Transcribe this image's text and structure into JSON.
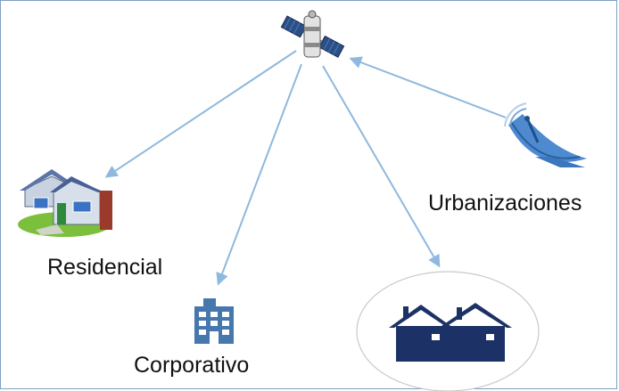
{
  "diagram": {
    "nodes": {
      "residencial": {
        "label": "Residencial",
        "icon": "house-icon"
      },
      "corporativo": {
        "label": "Corporativo",
        "icon": "office-building-icon"
      },
      "urbanizaciones": {
        "label": "Urbanizaciones",
        "icon": "satellite-dish-icon"
      },
      "satellite": {
        "icon": "satellite-icon"
      },
      "housing": {
        "icon": "two-houses-icon"
      }
    },
    "colors": {
      "arrow": "#8fb8de",
      "frame": "#7f9fc4",
      "house_dark": "#1c3266",
      "ellipse_border": "#c9c9c9"
    }
  }
}
